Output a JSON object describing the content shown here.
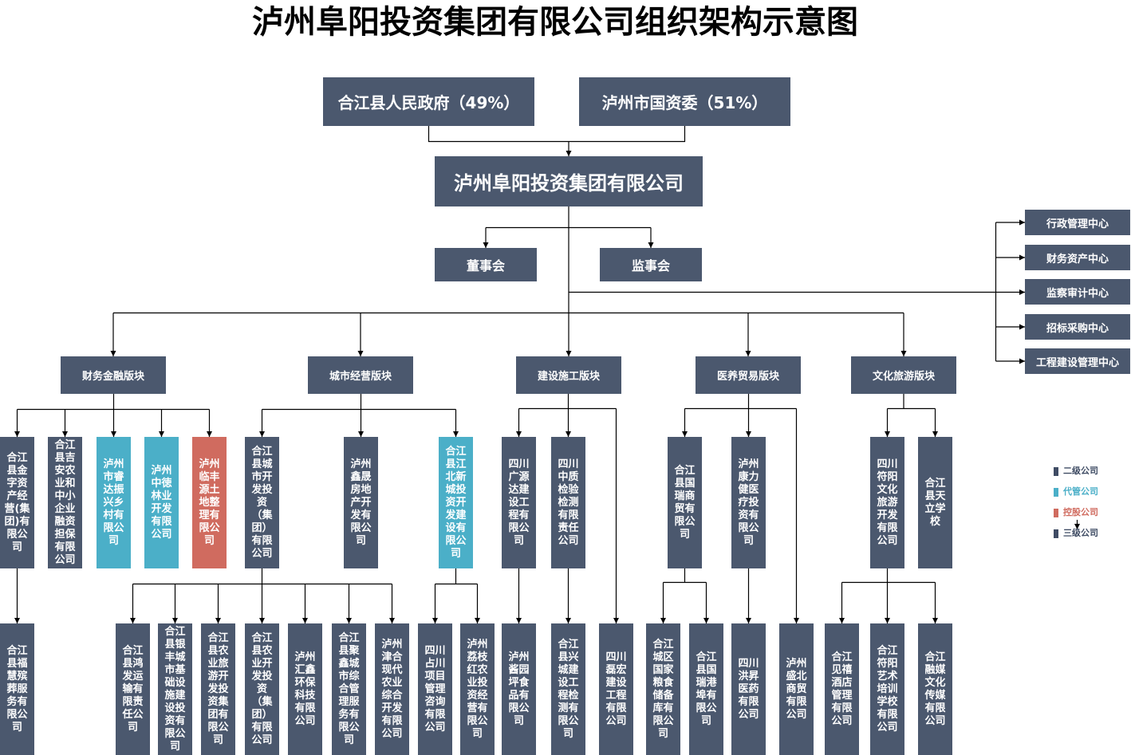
{
  "title": "泸州阜阳投资集团有限公司组织架构示意图",
  "shareholders": [
    {
      "name": "合江县人民政府（49%）"
    },
    {
      "name": "泸州市国资委（51%）"
    }
  ],
  "group": {
    "name": "泸州阜阳投资集团有限公司"
  },
  "boards": [
    {
      "name": "董事会"
    },
    {
      "name": "监事会"
    }
  ],
  "centers": [
    {
      "name": "行政管理中心"
    },
    {
      "name": "财务资产中心"
    },
    {
      "name": "监察审计中心"
    },
    {
      "name": "招标采购中心"
    },
    {
      "name": "工程建设管理中心"
    }
  ],
  "segments": [
    {
      "name": "财务金融版块"
    },
    {
      "name": "城市经营版块"
    },
    {
      "name": "建设施工版块"
    },
    {
      "name": "医养贸易版块"
    },
    {
      "name": "文化旅游版块"
    }
  ],
  "level2": [
    {
      "name": "合江县金字资产经营(集团)有限公司",
      "color": "#4b586e"
    },
    {
      "name": "合江县吉安农业和中小企业融资担保有限公司",
      "color": "#4b586e"
    },
    {
      "name": "泸州市睿达振兴乡村有限公司",
      "color": "#4bafc8"
    },
    {
      "name": "泸州中徳林业开发有限公司",
      "color": "#4bafc8"
    },
    {
      "name": "泸州临丰源土地整理有限公司",
      "color": "#d06b5f"
    },
    {
      "name": "合江县城市开发投资（集团）有限公司",
      "color": "#4b586e"
    },
    {
      "name": "泸州鑫晟房地产开发有限公司",
      "color": "#4b586e"
    },
    {
      "name": "合江县江北新城投资开发建设有限公司",
      "color": "#4bafc8"
    },
    {
      "name": "四川广源达建设工程有限公司",
      "color": "#4b586e"
    },
    {
      "name": "四川中质检验检测有限责任公司",
      "color": "#4b586e"
    },
    {
      "name": "合江县国瑞商贸有限公司",
      "color": "#4b586e"
    },
    {
      "name": "泸州康力健医疗投资有限公司",
      "color": "#4b586e"
    },
    {
      "name": "四川符阳文化旅游开发有限公司",
      "color": "#4b586e"
    },
    {
      "name": "合江县天立学校",
      "color": "#4b586e"
    }
  ],
  "level3": [
    {
      "name": "合江县福慧殡葬服务有限公司",
      "color": "#4b586e"
    },
    {
      "name": "合江县鸿发运输有限责任公司",
      "color": "#4b586e"
    },
    {
      "name": "合江县银丰城市基础设施建设投资有限公司",
      "color": "#4b586e"
    },
    {
      "name": "合江县农业旅游开发投资集团有限公司",
      "color": "#4b586e"
    },
    {
      "name": "合江县农业开发投资（集团）有限公司",
      "color": "#4b586e"
    },
    {
      "name": "泸州汇鑫环保科技有限公司",
      "color": "#4b586e"
    },
    {
      "name": "合江县聚鑫城市综合管理服务有限公司",
      "color": "#4b586e"
    },
    {
      "name": "泸州津合现代农业综合开发有限公司",
      "color": "#4b586e"
    },
    {
      "name": "四川占川项目管理咨询有限公司",
      "color": "#4b586e"
    },
    {
      "name": "泸州荔枝红农业投资经营有限公司",
      "color": "#4b586e"
    },
    {
      "name": "泸州酱园坪食品有限公司",
      "color": "#4b586e"
    },
    {
      "name": "合江县兴城建设工程检测有限公司",
      "color": "#4b586e"
    },
    {
      "name": "四川磊宏建设工程有限公司",
      "color": "#4b586e"
    },
    {
      "name": "合江城区国家粮食储备库有限公司",
      "color": "#4b586e"
    },
    {
      "name": "合江县国瑞港埠有限公司",
      "color": "#4b586e"
    },
    {
      "name": "四川洪昇医药有限公司",
      "color": "#4b586e"
    },
    {
      "name": "泸州盛北商贸有限公司",
      "color": "#4b586e"
    },
    {
      "name": "合江见禧酒店管理有限公司",
      "color": "#4b586e"
    },
    {
      "name": "合江符阳艺术培训学校有限公司",
      "color": "#4b586e"
    },
    {
      "name": "合江融媒文化传媒有限公司",
      "color": "#4b586e"
    }
  ],
  "legend": [
    {
      "label": "二级公司",
      "color": "#3f4c64"
    },
    {
      "label": "代管公司",
      "color": "#4bafc8"
    },
    {
      "label": "控股公司",
      "color": "#d06b5f"
    },
    {
      "label": "三级公司",
      "color": "#3f4c64"
    }
  ]
}
